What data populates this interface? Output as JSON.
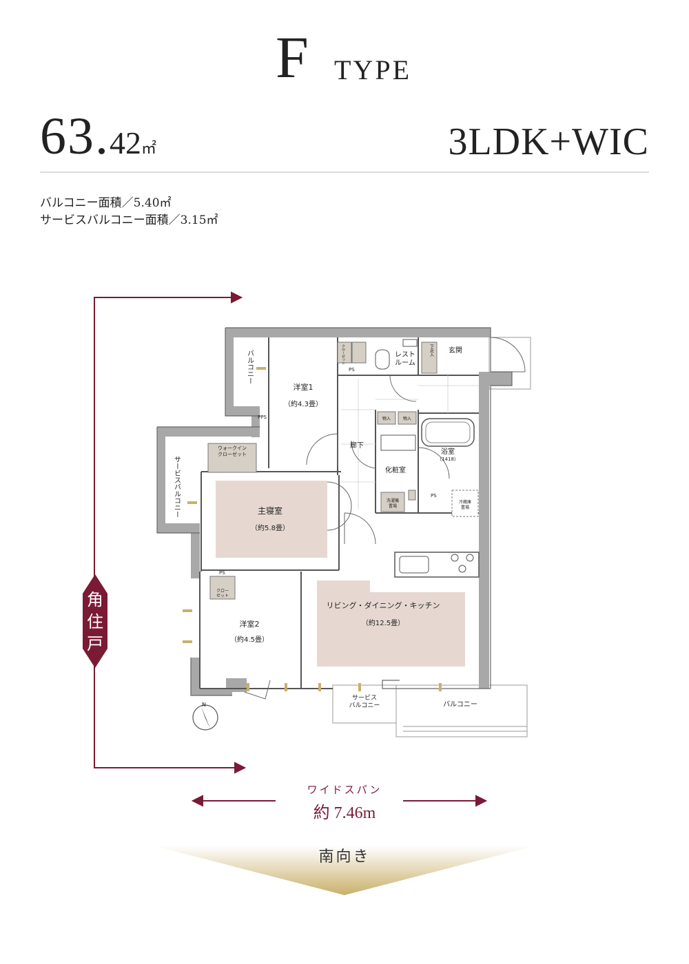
{
  "header": {
    "type_letter": "F",
    "type_word": "TYPE",
    "area_integer": "63.",
    "area_decimal": "42",
    "area_unit": "㎡",
    "layout": "3LDK+WIC"
  },
  "specs": {
    "balcony": "バルコニー面積／5.40㎡",
    "service_balcony": "サービスバルコニー面積／3.15㎡"
  },
  "floorplan": {
    "rooms": {
      "western_room_1": {
        "name": "洋室1",
        "size": "（約4.3畳）"
      },
      "master_bedroom": {
        "name": "主寝室",
        "size": "（約5.8畳）"
      },
      "western_room_2": {
        "name": "洋室2",
        "size": "（約4.5畳）"
      },
      "ldk": {
        "name": "リビング・ダイニング・キッチン",
        "size": "（約12.5畳）"
      },
      "bathroom": {
        "name": "浴室",
        "size": "（1418）"
      },
      "powder_room": {
        "name": "化粧室"
      },
      "corridor": {
        "name": "廊下"
      },
      "entrance": {
        "name": "玄関"
      },
      "restroom_1": "レスト",
      "restroom_2": "ルーム",
      "balcony": "バルコニー",
      "balcony_vertical": "バルコニー",
      "service_balcony_vertical": "サービスバルコニー",
      "service_balcony_1": "サービス",
      "service_balcony_2": "バルコニー"
    },
    "labels": {
      "walk_in_closet_1": "ウォークイン",
      "walk_in_closet_2": "クローゼット",
      "closet_1": "クロー",
      "closet_2": "ゼット",
      "closet_top": "クローゼット",
      "storage": "物入",
      "shoe_box": "下足入",
      "washer_1": "洗濯機",
      "washer_2": "置場",
      "fridge_1": "冷蔵庫",
      "fridge_2": "置場",
      "ps": "PS",
      "pps": "PPS"
    },
    "compass": "N"
  },
  "side_badge": {
    "chars": [
      "角",
      "住",
      "戸"
    ]
  },
  "span": {
    "title": "ワイドスパン",
    "value": "約 7.46m"
  },
  "orientation": "南向き",
  "colors": {
    "accent": "#7a1a35",
    "room_fill": "#e6d8d1",
    "closet_fill": "#d6cfc5",
    "wall": "#a8a8a8",
    "gold": "#c9b06a"
  }
}
